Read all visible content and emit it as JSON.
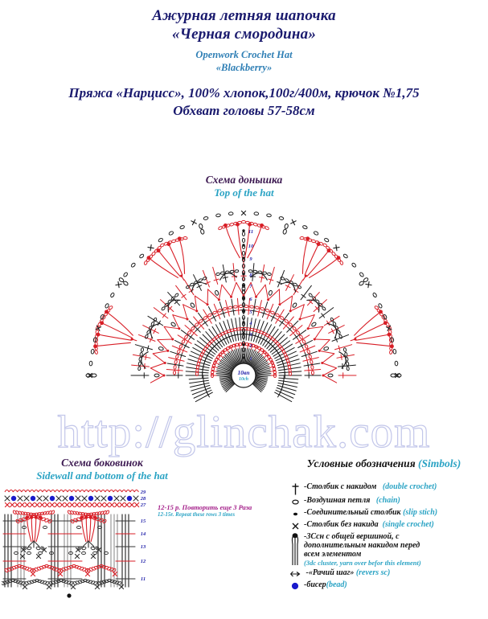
{
  "header": {
    "title_ru_line1": "Ажурная летняя шапочка",
    "title_ru_line2": "«Черная смородина»",
    "title_en_line1": "Openwork Crochet Hat",
    "title_en_line2": "«Blackberry»",
    "yarn_line1": "Пряжа «Нарцисс», 100% хлопок,100г/400м, крючок №1,75",
    "yarn_line2": "Обхват головы 57-58см"
  },
  "sections": {
    "top": {
      "ru": "Схема донышка",
      "en": "Top of the hat"
    },
    "sidewall": {
      "ru": "Схема боковинок",
      "en": "Sidewall and bottom of the hat"
    },
    "legend": {
      "ru": "Условные обозначения ",
      "en": "(Simbols)"
    }
  },
  "watermark": "http://glinchak.com",
  "top_chart": {
    "center_label_ru": "10вп",
    "center_label_en": "10ch",
    "row_numbers": [
      "1",
      "2",
      "3",
      "4",
      "5",
      "6",
      "7",
      "8",
      "9",
      "10",
      "11"
    ],
    "petal_count": 5,
    "colors": {
      "black": "#1a1a1a",
      "red": "#d81e26",
      "label": "#2222aa"
    }
  },
  "side_chart": {
    "row_numbers_top": [
      "29",
      "28",
      "27"
    ],
    "row_numbers_body": [
      "15",
      "14",
      "13",
      "12",
      "11"
    ],
    "bead_color": "#1a1acc",
    "colors": {
      "black": "#333333",
      "red": "#d81e26",
      "gray": "#999999",
      "label": "#2222aa"
    }
  },
  "repeat_note": {
    "ru": "12-15 р. Повторить еще 3 Раза",
    "en": "12-15r. Repeat these rows 3 times"
  },
  "legend_items": [
    {
      "icon": "double-crochet-icon",
      "ru": "-Столбик с накидом",
      "en": "(double crochet)"
    },
    {
      "icon": "chain-icon",
      "ru": "-Воздушная петля",
      "en": "(chain)"
    },
    {
      "icon": "slip-stitch-icon",
      "ru": "-Соединительный столбик",
      "en": "(slip stich)"
    },
    {
      "icon": "single-crochet-icon",
      "ru": "-Столбик без накида",
      "en": "(single crochet)"
    },
    {
      "icon": "cluster-icon",
      "ru_line1": "-3Ссн с общей вершиной, с",
      "ru_line2": "дополнительным накидом перед",
      "ru_line3": "всем элементом",
      "en": "(3dc cluster, yarn over befor this element)"
    },
    {
      "icon": "reverse-sc-icon",
      "ru": "-«Рачий шаг»",
      "en": "(revers sc)"
    },
    {
      "icon": "bead-icon",
      "ru": "-бисер",
      "en": "(bead)"
    }
  ]
}
